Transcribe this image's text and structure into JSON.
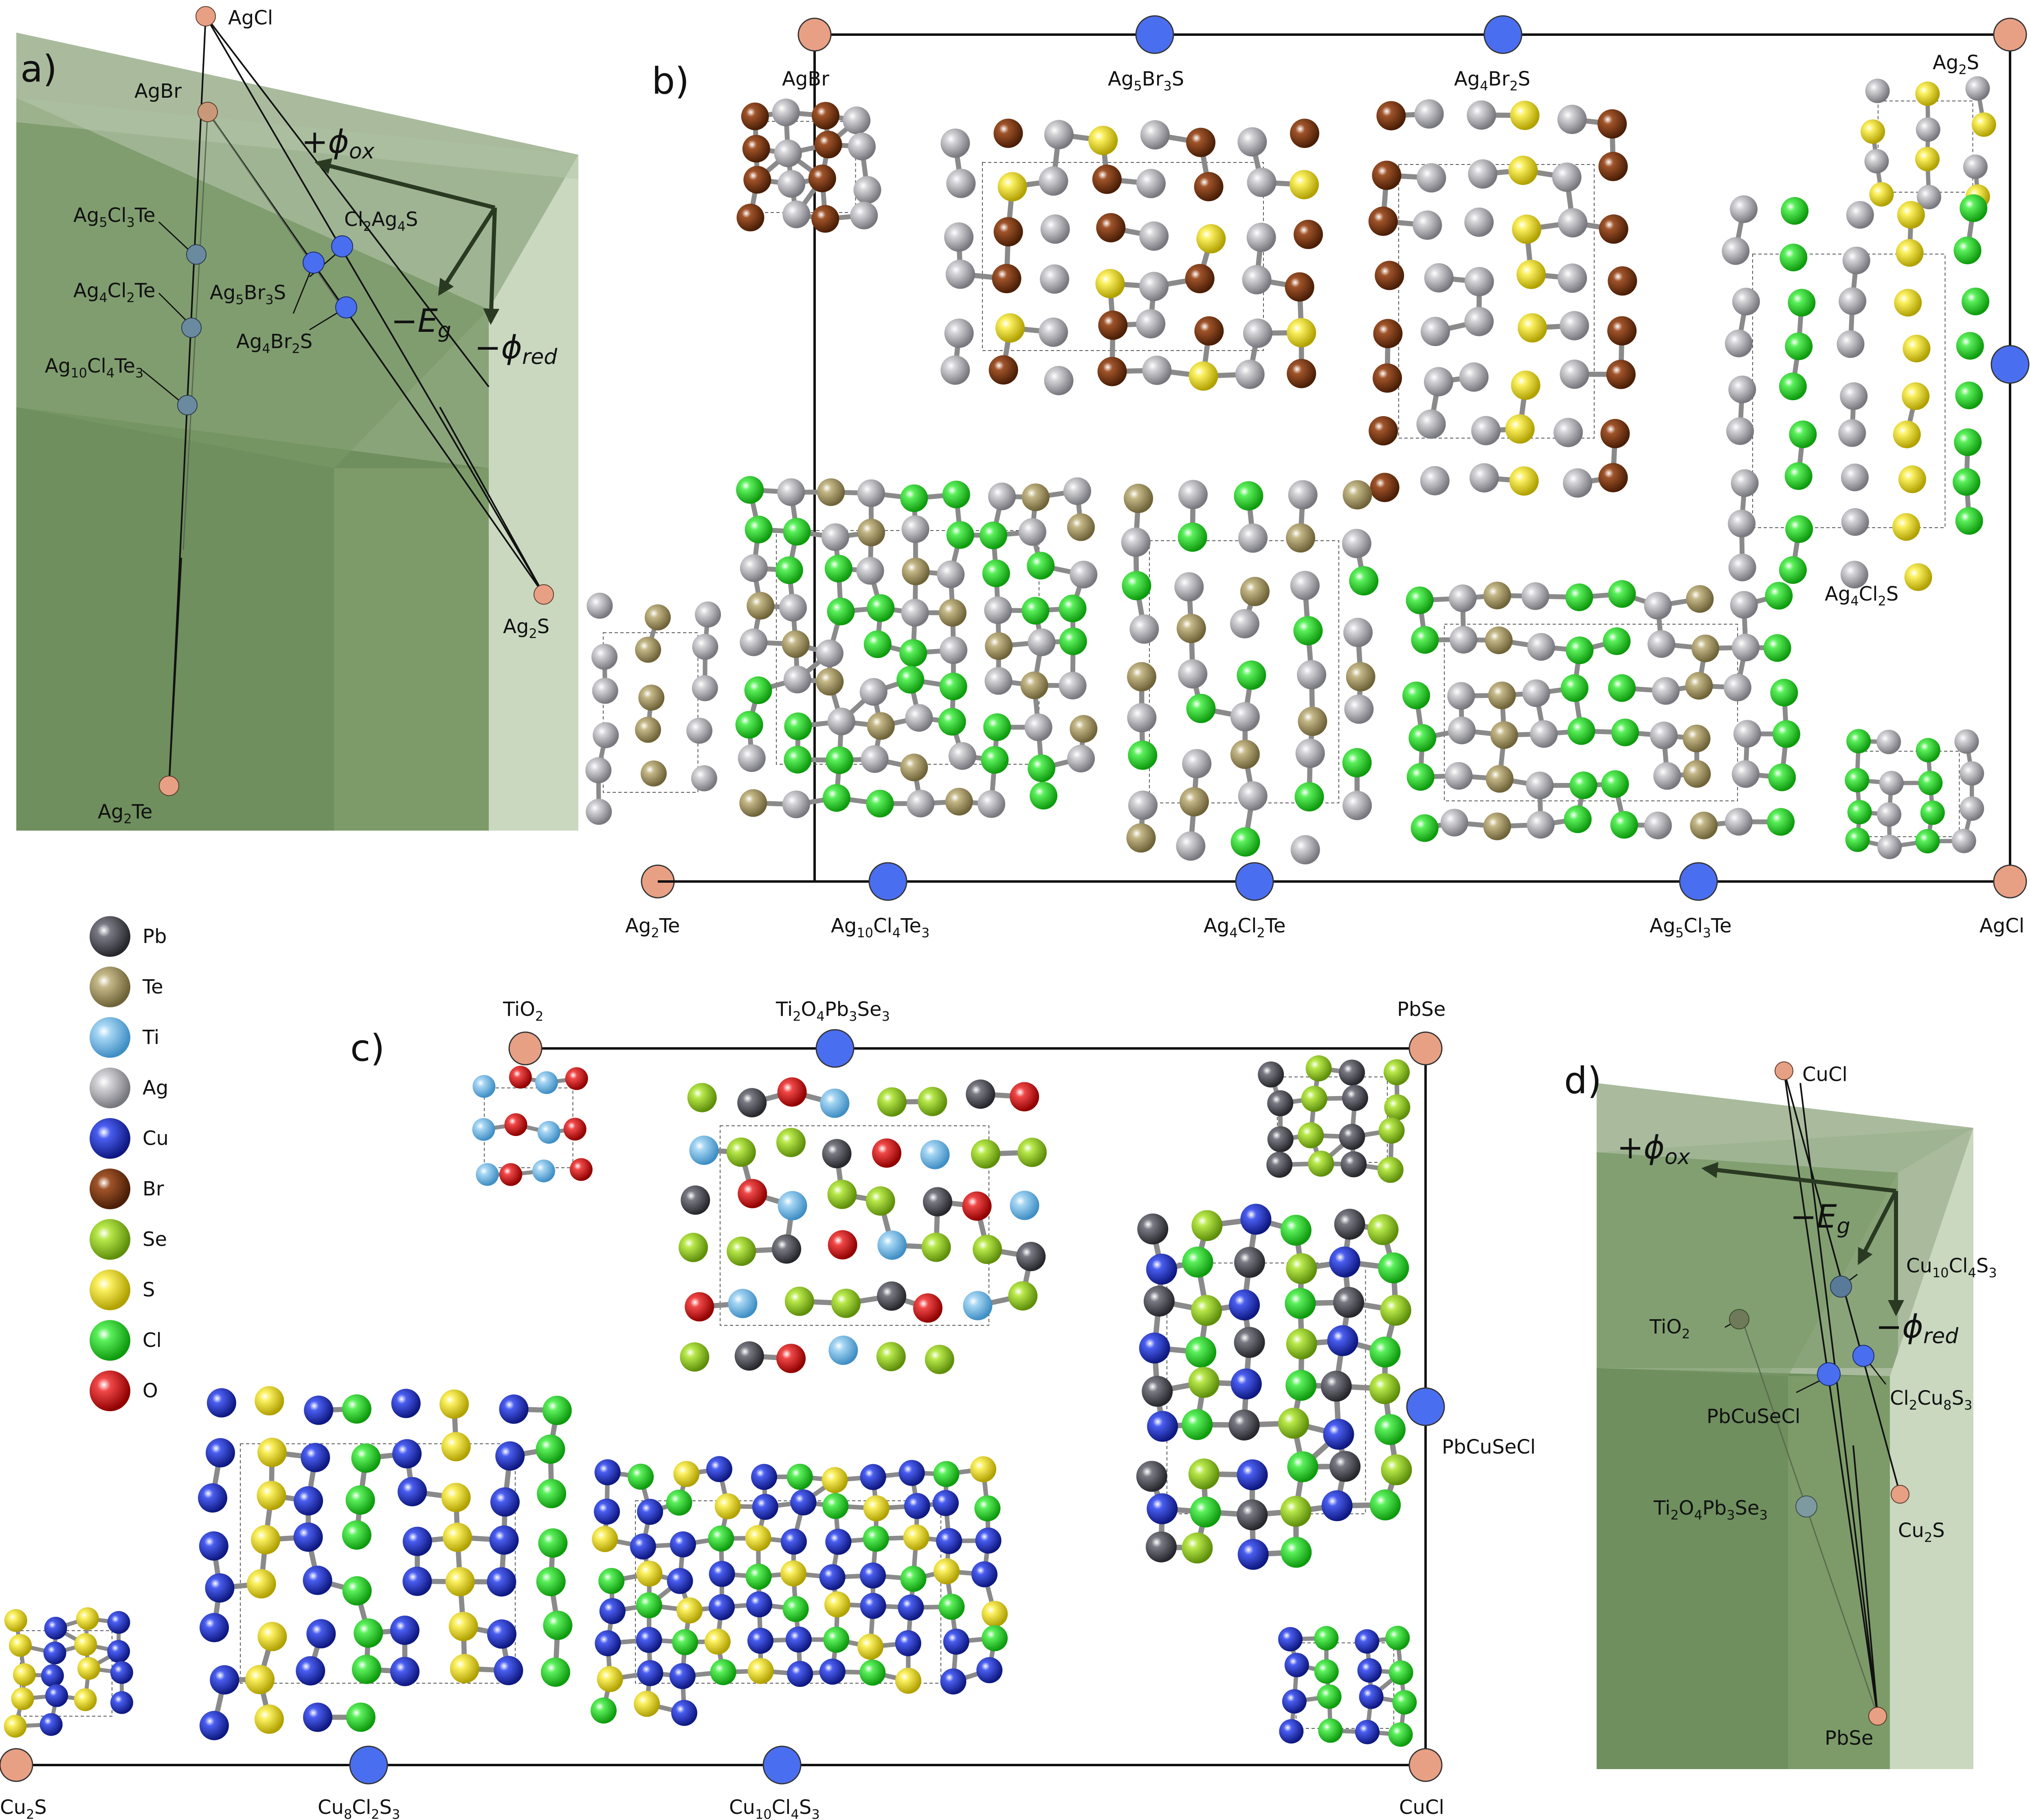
{
  "panels": {
    "a": {
      "label": "a)",
      "points": [
        {
          "id": "AgCl",
          "text": "AgCl",
          "kind": "end"
        },
        {
          "id": "AgBr",
          "text": "AgBr",
          "kind": "end"
        },
        {
          "id": "Ag5Cl3Te",
          "text": "Ag5Cl3Te",
          "kind": "mid"
        },
        {
          "id": "Ag4Cl2Te",
          "text": "Ag4Cl2Te",
          "kind": "mid"
        },
        {
          "id": "Ag10Cl4Te3",
          "text": "Ag10Cl4Te3",
          "kind": "mid"
        },
        {
          "id": "Cl2Ag4S",
          "text": "Cl2Ag4S",
          "kind": "mid"
        },
        {
          "id": "Ag5Br3S",
          "text": "Ag5Br3S",
          "kind": "mid"
        },
        {
          "id": "Ag4Br2S",
          "text": "Ag4Br2S",
          "kind": "mid"
        },
        {
          "id": "Ag2S",
          "text": "Ag2S",
          "kind": "end"
        },
        {
          "id": "Ag2Te",
          "text": "Ag2Te",
          "kind": "end"
        }
      ],
      "axes": {
        "ox": "+ϕox",
        "gap": "−Eg",
        "red": "−ϕred"
      }
    },
    "b": {
      "label": "b)",
      "top_row": [
        "AgBr",
        "Ag5Br3S",
        "Ag4Br2S",
        "Ag2S"
      ],
      "right_mid": "Ag4Cl2S",
      "bottom_row": [
        "Ag2Te",
        "Ag10Cl4Te3",
        "Ag4Cl2Te",
        "Ag5Cl3Te",
        "AgCl"
      ]
    },
    "c": {
      "label": "c)",
      "top_row": [
        "TiO2",
        "Ti2O4Pb3Se3",
        "PbSe"
      ],
      "right_mid": "PbCuSeCl",
      "bottom_row": [
        "Cu2S",
        "Cu8Cl2S3",
        "Cu10Cl4S3",
        "CuCl"
      ]
    },
    "d": {
      "label": "d)",
      "points": [
        {
          "id": "CuCl",
          "text": "CuCl",
          "kind": "end"
        },
        {
          "id": "Cu10Cl4S3",
          "text": "Cu10Cl4S3",
          "kind": "mid"
        },
        {
          "id": "TiO2",
          "text": "TiO2",
          "kind": "mid"
        },
        {
          "id": "PbCuSeCl",
          "text": "PbCuSeCl",
          "kind": "mid"
        },
        {
          "id": "Cl2Cu8S3",
          "text": "Cl2Cu8S3",
          "kind": "mid"
        },
        {
          "id": "Ti2O4Pb3Se3",
          "text": "Ti2O4Pb3Se3",
          "kind": "mid"
        },
        {
          "id": "Cu2S",
          "text": "Cu2S",
          "kind": "end"
        },
        {
          "id": "PbSe",
          "text": "PbSe",
          "kind": "end"
        }
      ],
      "axes": {
        "ox": "+ϕox",
        "gap": "−Eg",
        "red": "−ϕred"
      }
    }
  },
  "legend": [
    {
      "el": "Pb",
      "color": "#4a4a52"
    },
    {
      "el": "Te",
      "color": "#a89a6a"
    },
    {
      "el": "Ti",
      "color": "#7ec0e8"
    },
    {
      "el": "Ag",
      "color": "#b8b8bc"
    },
    {
      "el": "Cu",
      "color": "#2436c8"
    },
    {
      "el": "Br",
      "color": "#7a3a12"
    },
    {
      "el": "Se",
      "color": "#98d020"
    },
    {
      "el": "S",
      "color": "#f0e010"
    },
    {
      "el": "Cl",
      "color": "#22d422"
    },
    {
      "el": "O",
      "color": "#e01010"
    }
  ],
  "colors": {
    "endpoint": "#e8a084",
    "intermediate": "#4a6ef0",
    "hull_dark": "#6f8f5e",
    "hull_light": "#c9d8bf"
  }
}
